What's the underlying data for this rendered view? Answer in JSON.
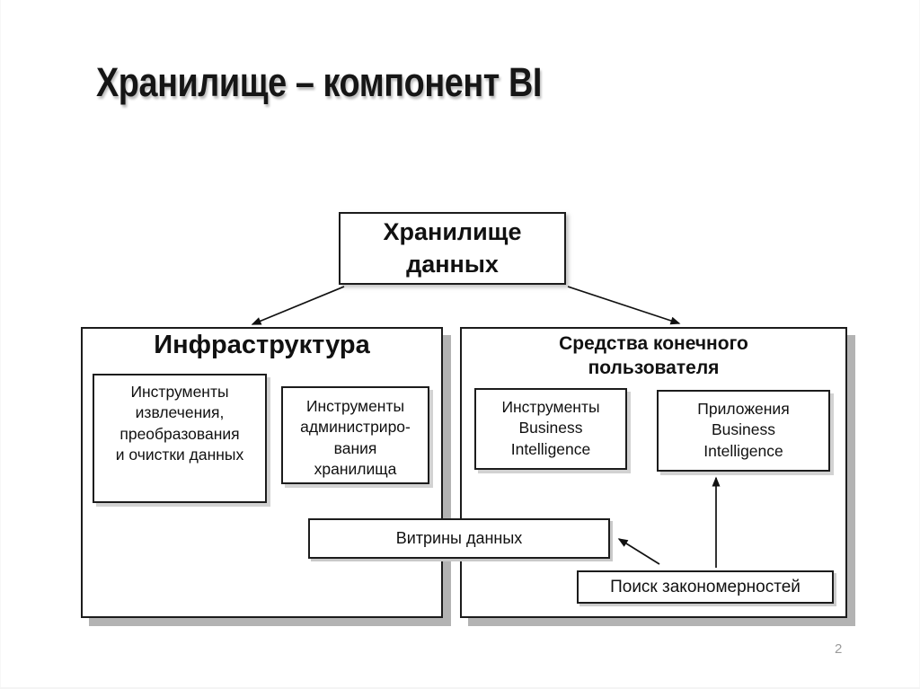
{
  "slide": {
    "title": "Хранилище – компонент BI",
    "page_number": "2"
  },
  "diagram": {
    "warehouse": {
      "label": "Хранилище\nданных"
    },
    "infrastructure": {
      "title": "Инфраструктура",
      "etl_tools": "Инструменты\nизвлечения,\nпреобразования\nи очистки данных",
      "admin_tools": "Инструменты\nадминистриро-\nвания\nхранилища"
    },
    "end_user": {
      "title": "Средства конечного\nпользователя",
      "bi_tools": "Инструменты\nBusiness\nIntelligence",
      "bi_apps": "Приложения\nBusiness\nIntelligence"
    },
    "data_marts": {
      "label": "Витрины данных"
    },
    "pattern_search": {
      "label": "Поиск закономерностей"
    },
    "colors": {
      "box_border": "#1c1c1c",
      "big_box_shadow": "#b3b3b3",
      "small_box_shadow": "#d2d2d2",
      "text": "#111111",
      "page_number": "#9b9b9b"
    }
  }
}
